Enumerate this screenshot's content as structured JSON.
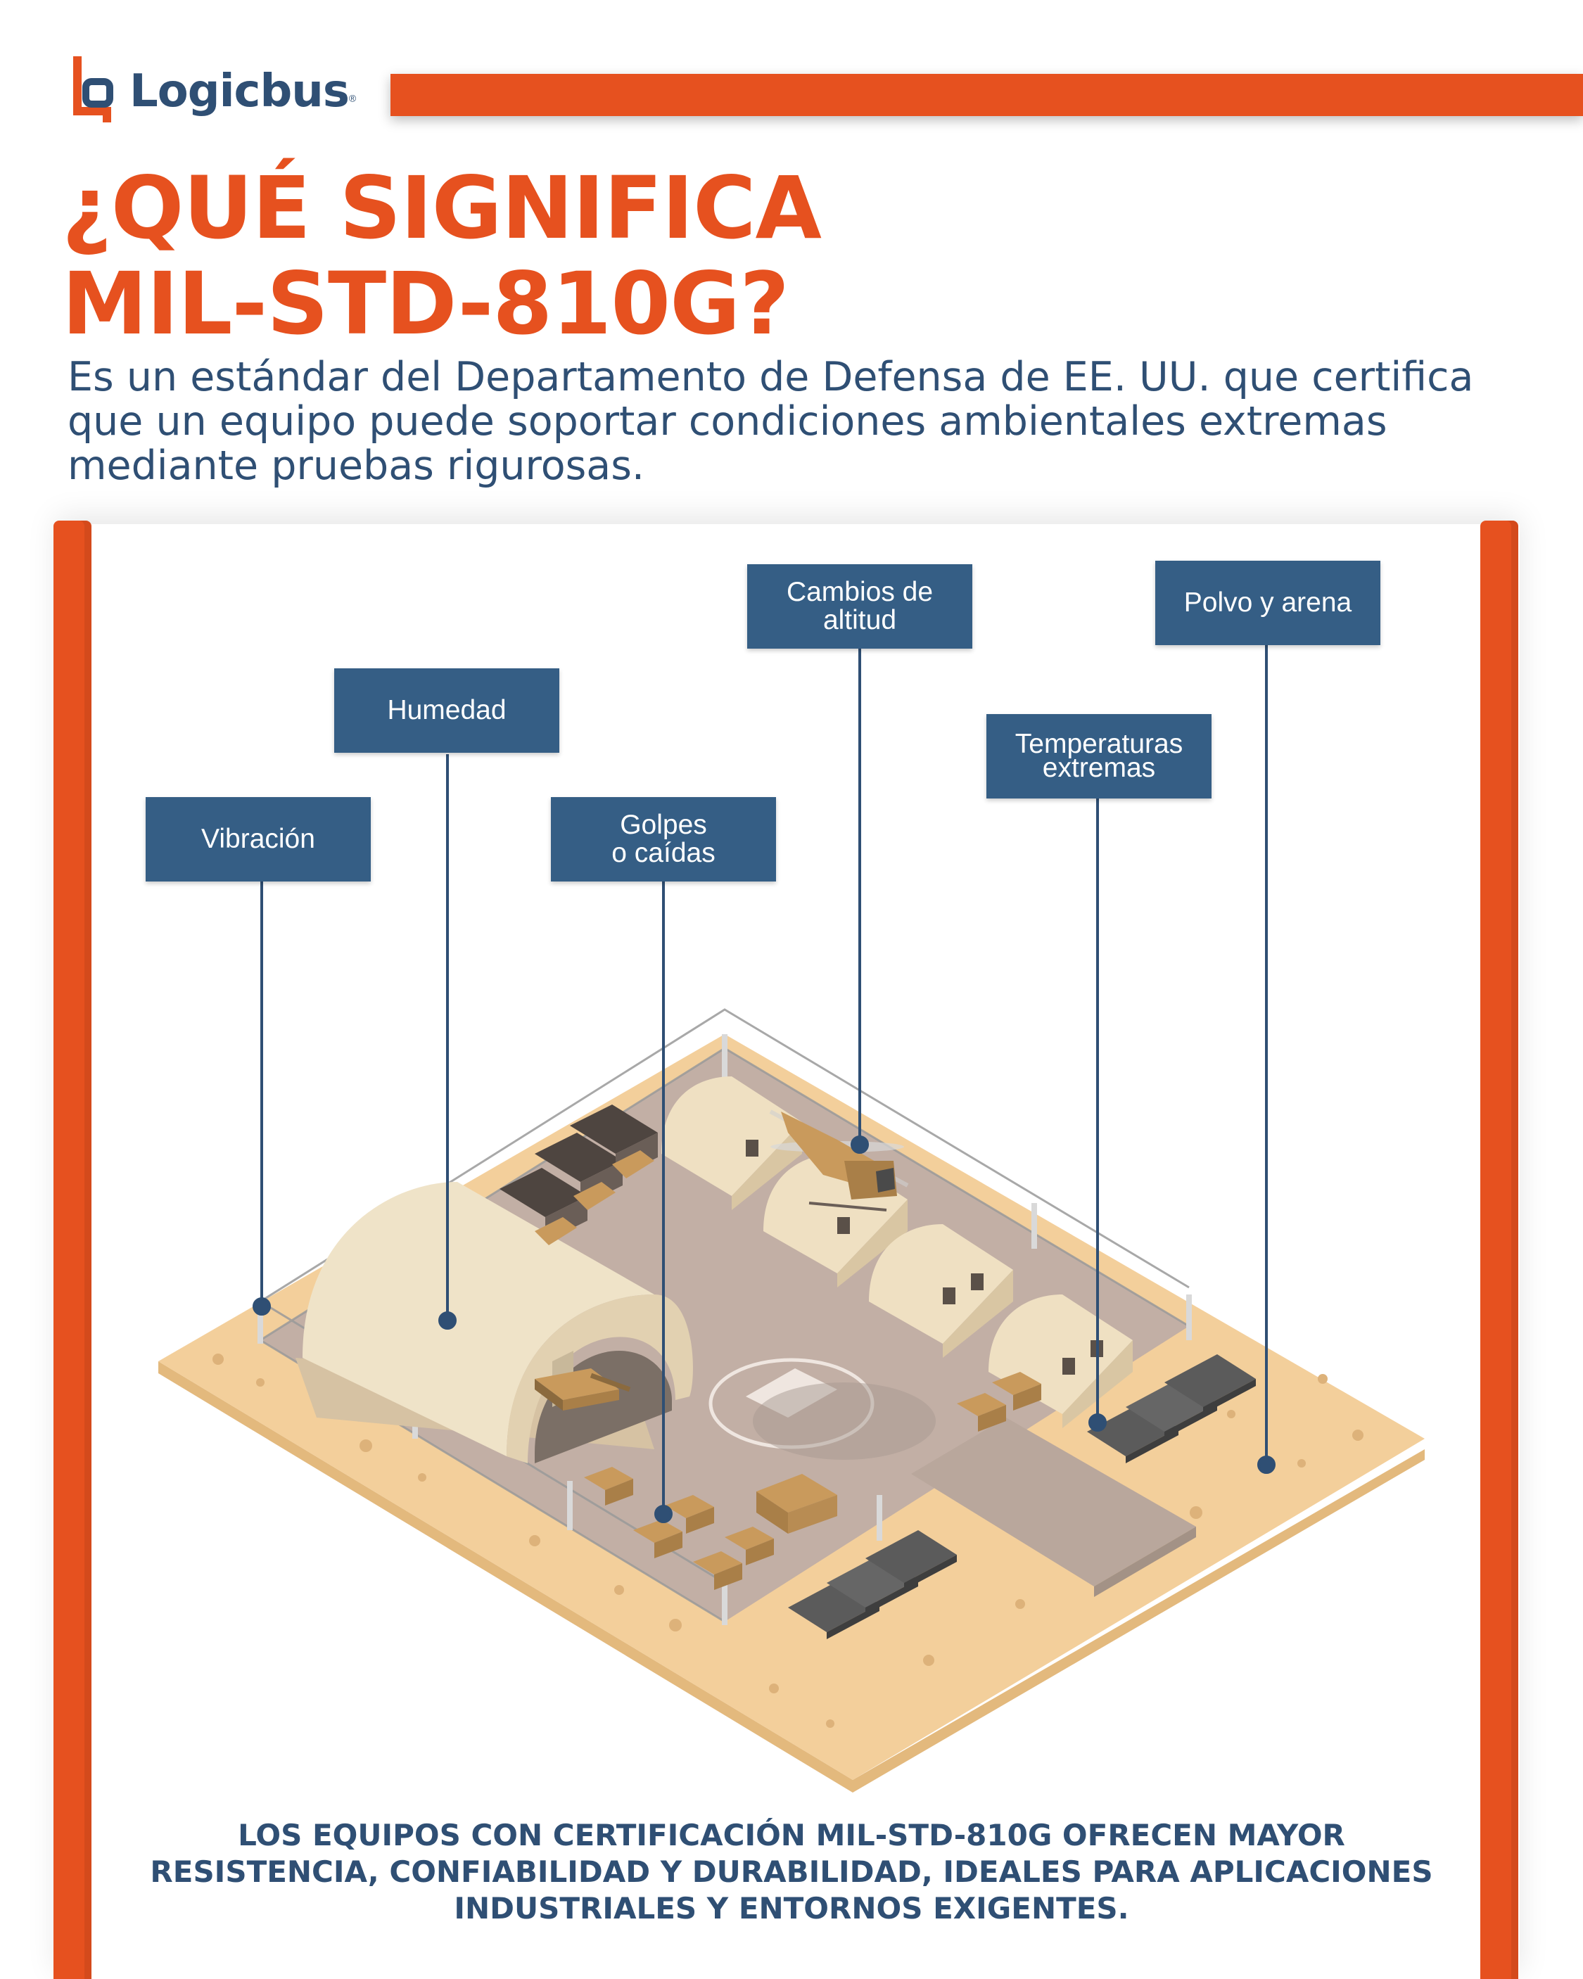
{
  "brand": {
    "name": "Logicbus",
    "registered": "®"
  },
  "header": {
    "title_line1": "¿QUÉ SIGNIFICA",
    "title_line2": "MIL-STD-810G?",
    "subtitle": "Es un estándar del Departamento de Defensa de EE. UU. que certifica que un equipo puede soportar condiciones ambientales extremas mediante pruebas rigurosas."
  },
  "labels": {
    "vibracion": "Vibración",
    "humedad": "Humedad",
    "golpes_l1": "Golpes",
    "golpes_l2": "o caídas",
    "altitud_l1": "Cambios de",
    "altitud_l2": "altitud",
    "temperaturas_l1": "Temperaturas",
    "temperaturas_l2": "extremas",
    "polvo": "Polvo y arena"
  },
  "footer": {
    "line1": "LOS EQUIPOS CON CERTIFICACIÓN MIL-STD-810G OFRECEN MAYOR",
    "line2": "RESISTENCIA, CONFIABILIDAD Y DURABILIDAD, IDEALES PARA APLICACIONES",
    "line3": "INDUSTRIALES Y ENTORNOS EXIGENTES."
  },
  "colors": {
    "accent": "#e6511f",
    "navy": "#2f4f74",
    "label_bg": "#355e85",
    "sand": "#f3cf9b",
    "ground": "#c2afa5"
  }
}
